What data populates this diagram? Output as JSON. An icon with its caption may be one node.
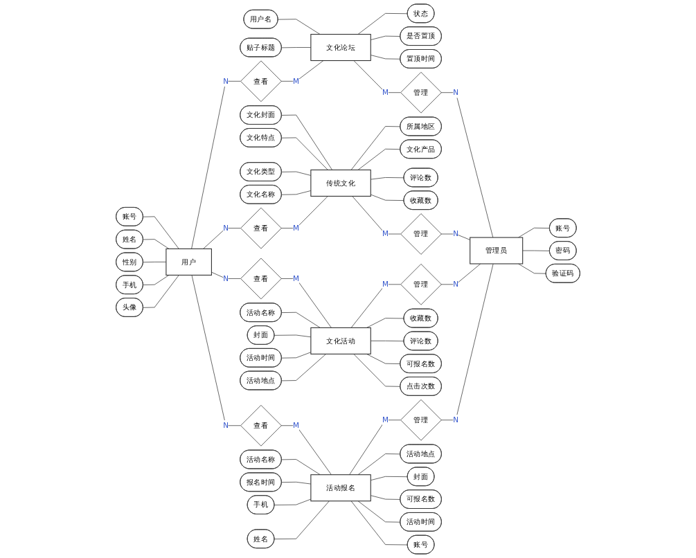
{
  "diagram": {
    "nodes": [
      {
        "text": [
          "文化论坛"
        ]
      },
      {
        "text": [
          "用户名"
        ]
      },
      {
        "text": [
          "状态"
        ]
      },
      {
        "text": [
          "是否置顶"
        ]
      },
      {
        "text": [
          "贴子标题"
        ]
      },
      {
        "text": [
          "置顶时间"
        ]
      },
      {
        "text": [
          "查看"
        ]
      },
      {
        "text": [
          "管理"
        ]
      },
      {
        "text": [
          "传统文化"
        ]
      },
      {
        "text": [
          "文化封面"
        ]
      },
      {
        "text": [
          "文化特点"
        ]
      },
      {
        "text": [
          "所属地区"
        ]
      },
      {
        "text": [
          "文化产品"
        ]
      },
      {
        "text": [
          "文化类型"
        ]
      },
      {
        "text": [
          "评论数"
        ]
      },
      {
        "text": [
          "文化名称"
        ]
      },
      {
        "text": [
          "收藏数"
        ]
      },
      {
        "text": [
          "查看"
        ]
      },
      {
        "text": [
          "管理"
        ]
      },
      {
        "text": [
          "用户"
        ]
      },
      {
        "text": [
          "账号"
        ]
      },
      {
        "text": [
          "姓名"
        ]
      },
      {
        "text": [
          "性别"
        ]
      },
      {
        "text": [
          "手机"
        ]
      },
      {
        "text": [
          "头像"
        ]
      },
      {
        "text": [
          "管理员"
        ]
      },
      {
        "text": [
          "账号"
        ]
      },
      {
        "text": [
          "密码"
        ]
      },
      {
        "text": [
          "验证码"
        ]
      },
      {
        "text": [
          "文化活动"
        ]
      },
      {
        "text": [
          "查看"
        ]
      },
      {
        "text": [
          "管理"
        ]
      },
      {
        "text": [
          "活动名称"
        ]
      },
      {
        "text": [
          "收藏数"
        ]
      },
      {
        "text": [
          "封面"
        ]
      },
      {
        "text": [
          "评论数"
        ]
      },
      {
        "text": [
          "活动时间"
        ]
      },
      {
        "text": [
          "活动地点"
        ]
      },
      {
        "text": [
          "可报名数"
        ]
      },
      {
        "text": [
          "点击次数"
        ]
      },
      {
        "text": [
          "查看"
        ]
      },
      {
        "text": [
          "管理"
        ]
      },
      {
        "text": [
          "活动报名"
        ]
      },
      {
        "text": [
          "活动名称"
        ]
      },
      {
        "text": [
          "活动地点"
        ]
      },
      {
        "text": [
          "封面"
        ]
      },
      {
        "text": [
          "报名时间"
        ]
      },
      {
        "text": [
          "可报名数"
        ]
      },
      {
        "text": [
          "手机"
        ]
      },
      {
        "text": [
          "活动时间"
        ]
      },
      {
        "text": [
          "姓名"
        ]
      },
      {
        "text": [
          "账号"
        ]
      }
    ],
    "edges": [
      {
        "from": 1,
        "to": 0,
        "arrow": "none"
      },
      {
        "from": 0,
        "to": 2,
        "arrow": "none"
      },
      {
        "from": 0,
        "to": 3,
        "arrow": "none"
      },
      {
        "from": 4,
        "to": 0,
        "arrow": "none"
      },
      {
        "from": 0,
        "to": 5,
        "arrow": "none"
      },
      {
        "from": 19,
        "to": 6,
        "label": "N",
        "arrow": "none"
      },
      {
        "from": 6,
        "to": 0,
        "label": "M",
        "arrow": "none"
      },
      {
        "from": 0,
        "to": 7,
        "label": "M",
        "arrow": "none"
      },
      {
        "from": 7,
        "to": 25,
        "label": "N",
        "arrow": "none"
      },
      {
        "from": 9,
        "to": 8,
        "arrow": "none"
      },
      {
        "from": 10,
        "to": 8,
        "arrow": "none"
      },
      {
        "from": 8,
        "to": 11,
        "arrow": "none"
      },
      {
        "from": 8,
        "to": 12,
        "arrow": "none"
      },
      {
        "from": 13,
        "to": 8,
        "arrow": "none"
      },
      {
        "from": 8,
        "to": 14,
        "arrow": "none"
      },
      {
        "from": 15,
        "to": 8,
        "arrow": "none"
      },
      {
        "from": 8,
        "to": 16,
        "arrow": "none"
      },
      {
        "from": 19,
        "to": 17,
        "label": "N",
        "arrow": "none"
      },
      {
        "from": 17,
        "to": 8,
        "label": "M",
        "arrow": "none"
      },
      {
        "from": 8,
        "to": 18,
        "label": "M",
        "arrow": "none"
      },
      {
        "from": 18,
        "to": 25,
        "label": "N",
        "arrow": "none"
      },
      {
        "from": 20,
        "to": 19,
        "arrow": "none"
      },
      {
        "from": 21,
        "to": 19,
        "arrow": "none"
      },
      {
        "from": 22,
        "to": 19,
        "arrow": "none"
      },
      {
        "from": 23,
        "to": 19,
        "arrow": "none"
      },
      {
        "from": 24,
        "to": 19,
        "arrow": "none"
      },
      {
        "from": 25,
        "to": 26,
        "arrow": "none"
      },
      {
        "from": 25,
        "to": 27,
        "arrow": "none"
      },
      {
        "from": 25,
        "to": 28,
        "arrow": "none"
      },
      {
        "from": 19,
        "to": 30,
        "label": "N",
        "arrow": "none"
      },
      {
        "from": 30,
        "to": 29,
        "label": "M",
        "arrow": "none"
      },
      {
        "from": 29,
        "to": 31,
        "label": "M",
        "arrow": "none"
      },
      {
        "from": 31,
        "to": 25,
        "label": "N",
        "arrow": "none"
      },
      {
        "from": 32,
        "to": 29,
        "arrow": "none"
      },
      {
        "from": 29,
        "to": 33,
        "arrow": "none"
      },
      {
        "from": 34,
        "to": 29,
        "arrow": "none"
      },
      {
        "from": 29,
        "to": 35,
        "arrow": "none"
      },
      {
        "from": 36,
        "to": 29,
        "arrow": "none"
      },
      {
        "from": 37,
        "to": 29,
        "arrow": "none"
      },
      {
        "from": 29,
        "to": 38,
        "arrow": "none"
      },
      {
        "from": 29,
        "to": 39,
        "arrow": "none"
      },
      {
        "from": 19,
        "to": 40,
        "label": "N",
        "arrow": "none"
      },
      {
        "from": 40,
        "to": 42,
        "label": "M",
        "arrow": "none"
      },
      {
        "from": 42,
        "to": 41,
        "label": "M",
        "arrow": "none"
      },
      {
        "from": 41,
        "to": 25,
        "label": "N",
        "arrow": "none"
      },
      {
        "from": 43,
        "to": 42,
        "arrow": "none"
      },
      {
        "from": 42,
        "to": 44,
        "arrow": "none"
      },
      {
        "from": 42,
        "to": 45,
        "arrow": "none"
      },
      {
        "from": 46,
        "to": 42,
        "arrow": "none"
      },
      {
        "from": 42,
        "to": 47,
        "arrow": "none"
      },
      {
        "from": 48,
        "to": 42,
        "arrow": "none"
      },
      {
        "from": 42,
        "to": 49,
        "arrow": "none"
      },
      {
        "from": 50,
        "to": 42,
        "arrow": "none"
      },
      {
        "from": 42,
        "to": 51,
        "arrow": "none"
      }
    ]
  }
}
